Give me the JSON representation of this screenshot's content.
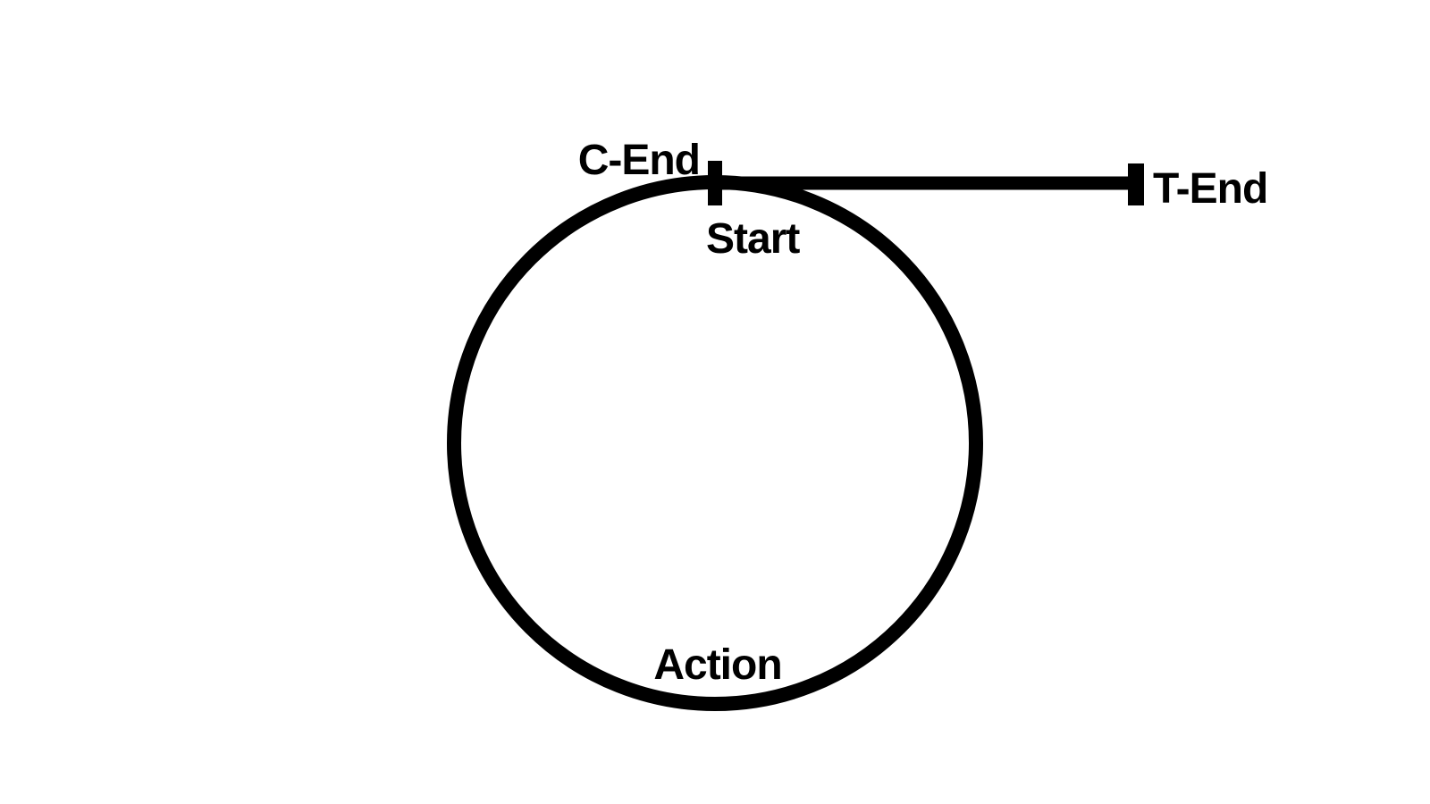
{
  "diagram": {
    "labels": {
      "c_end": "C-End",
      "start": "Start",
      "t_end": "T-End",
      "action": "Action"
    },
    "colors": {
      "ink": "#000000",
      "background": "#ffffff"
    }
  }
}
